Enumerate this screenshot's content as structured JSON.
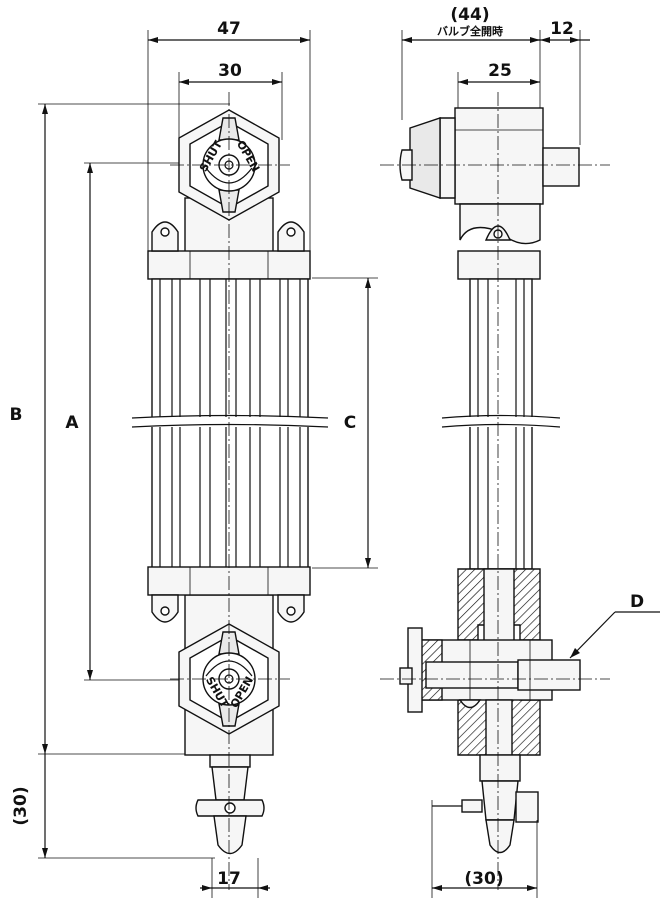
{
  "drawing": {
    "dims": {
      "width_47": "47",
      "width_30": "30",
      "dim_b": "B",
      "dim_a": "A",
      "dim_c": "C",
      "dim_30_vertical": "(30)",
      "dim_17": "17",
      "dim_44": "(44)",
      "valve_open_note": "バルブ全開時",
      "dim_12": "12",
      "dim_25": "25",
      "label_d": "D",
      "dim_30_bottom": "(30)"
    },
    "valve_markings": {
      "shut": "SHUT",
      "open": "OPEN"
    }
  }
}
